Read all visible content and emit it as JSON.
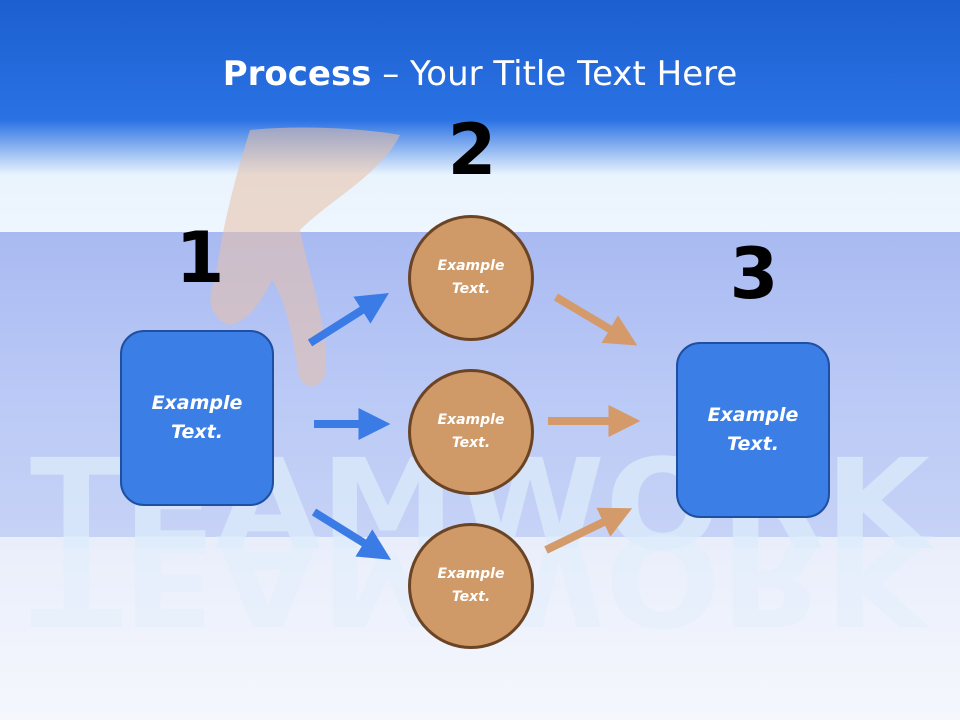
{
  "title": {
    "bold": "Process",
    "rest": " – Your Title Text Here"
  },
  "steps": {
    "one": "1",
    "two": "2",
    "three": "3"
  },
  "boxes": {
    "left": "Example Text.",
    "right": "Example Text."
  },
  "circles": {
    "top": "Example Text.",
    "middle": "Example Text.",
    "bottom": "Example Text."
  },
  "background_word": "TEAMWORK",
  "colors": {
    "header": "#1c5fd0",
    "box": "#3b7ee6",
    "circle": "#cf9a67",
    "arrow_blue": "#3a7be6",
    "arrow_tan": "#d49a6a"
  }
}
